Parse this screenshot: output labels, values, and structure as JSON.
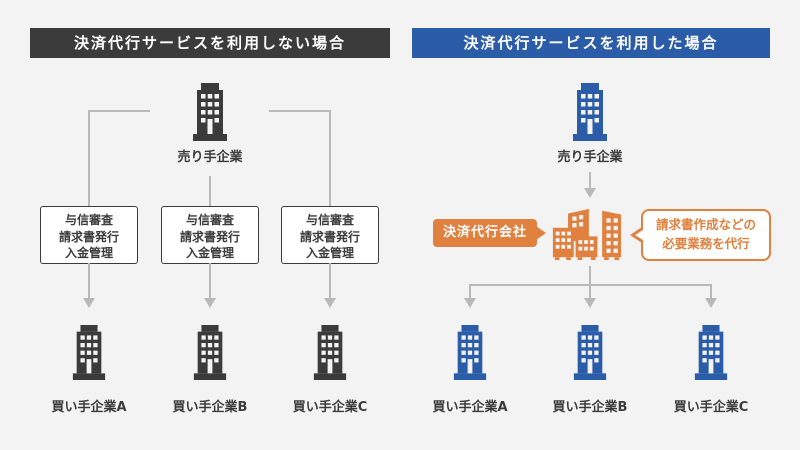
{
  "colors": {
    "bg": "#f3f3f4",
    "dark": "#3b3b3b",
    "blue": "#2b5ca8",
    "orange": "#e0813f",
    "line": "#b9b9b9",
    "box-bg": "#ffffff"
  },
  "left": {
    "header": "決済代行サービスを利用しない場合",
    "seller_label": "売り手企業",
    "task_lines": [
      "与信審査",
      "請求書発行",
      "入金管理"
    ],
    "buyers": [
      "買い手企業A",
      "買い手企業B",
      "買い手企業C"
    ]
  },
  "right": {
    "header": "決済代行サービスを利用した場合",
    "seller_label": "売り手企業",
    "agency_label": "決済代行会社",
    "bubble_lines": [
      "請求書作成などの",
      "必要業務を代行"
    ],
    "buyers": [
      "買い手企業A",
      "買い手企業B",
      "買い手企業C"
    ]
  },
  "icons": {
    "seller_left": "building-icon-dark",
    "seller_right": "building-icon-blue",
    "agency": "buildings-cluster-icon-orange",
    "buyers_left": "building-icon-dark",
    "buyers_right": "building-icon-blue",
    "connector": "arrow-down-icon"
  }
}
